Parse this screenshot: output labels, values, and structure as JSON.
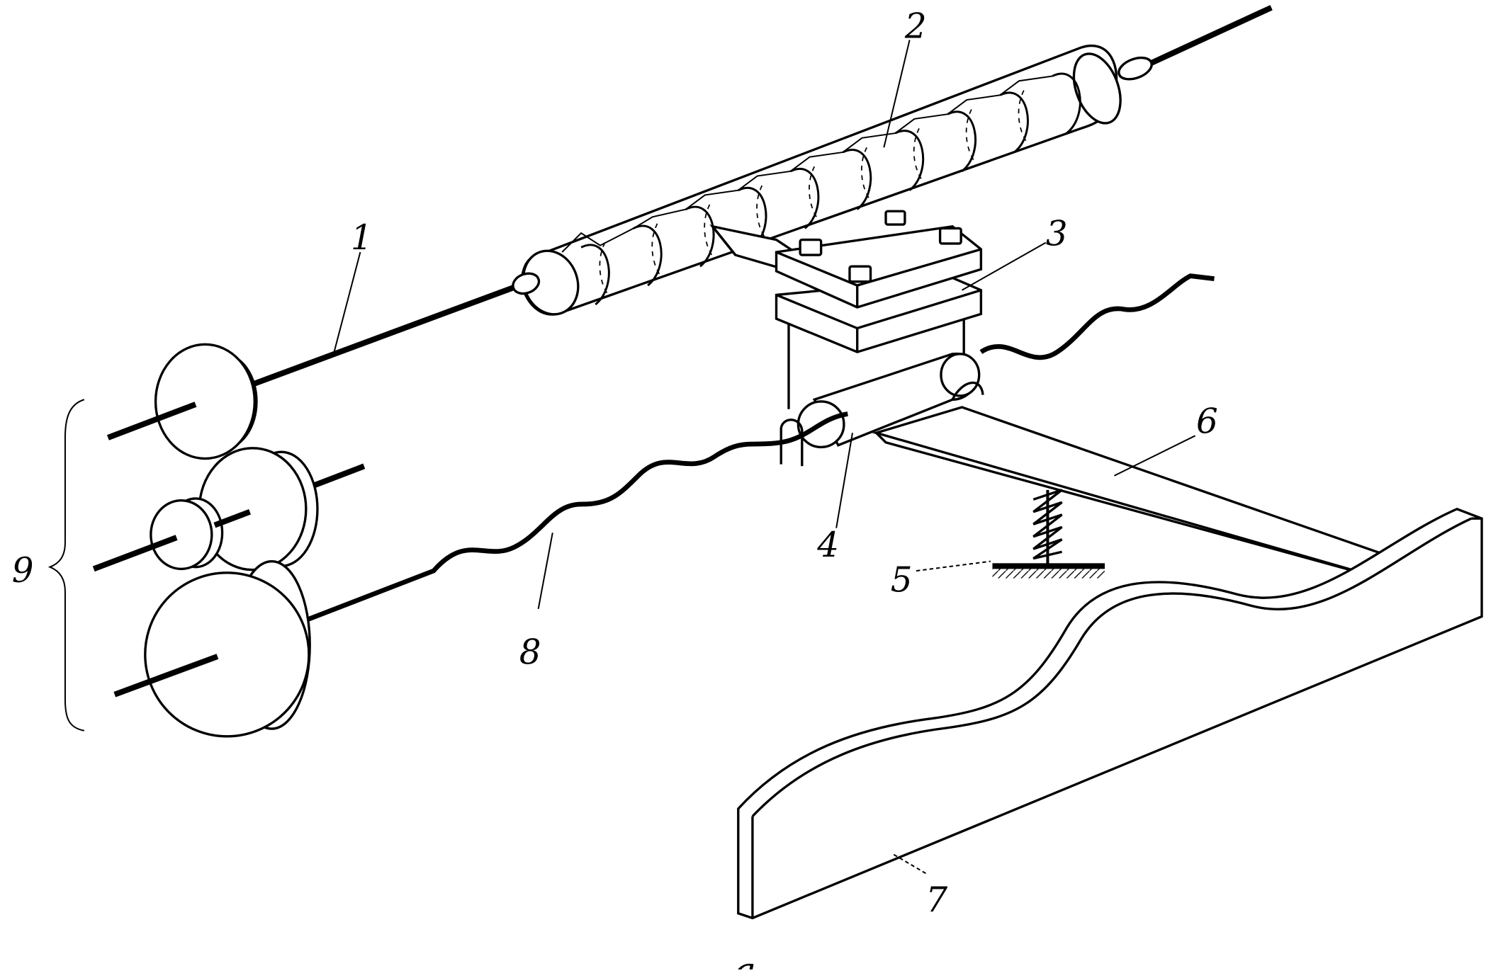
{
  "diagram": {
    "labels": {
      "shaft": "1",
      "lead_screw": "2",
      "carriage": "3",
      "tool": "4",
      "spring": "5",
      "lever": "6",
      "cam_template": "7",
      "workpiece": "8",
      "gear_train": "9"
    },
    "caption": "a"
  }
}
